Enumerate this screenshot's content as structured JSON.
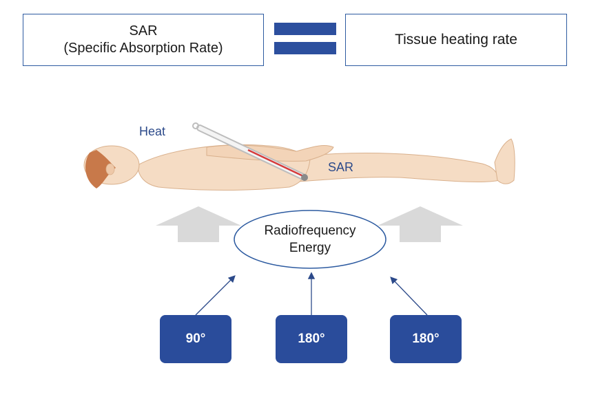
{
  "header": {
    "sar_line1": "SAR",
    "sar_line2": "(Specific Absorption Rate)",
    "tissue_label": "Tissue heating rate"
  },
  "body_labels": {
    "heat": "Heat",
    "sar": "SAR"
  },
  "energy": {
    "line1": "Radiofrequency",
    "line2": "Energy"
  },
  "pulses": [
    {
      "label": "90°"
    },
    {
      "label": "180°"
    },
    {
      "label": "180°"
    }
  ],
  "colors": {
    "accent": "#2c5aa0",
    "pulse_fill": "#2a4c9b",
    "skin": "#f5dcc4",
    "hair": "#c8794a",
    "up_arrow": "#d9d9d9",
    "thermometer_red": "#d63b3b"
  },
  "icons": {
    "equals": "equals-icon",
    "thermometer": "thermometer-icon",
    "person": "lying-person-illustration"
  }
}
